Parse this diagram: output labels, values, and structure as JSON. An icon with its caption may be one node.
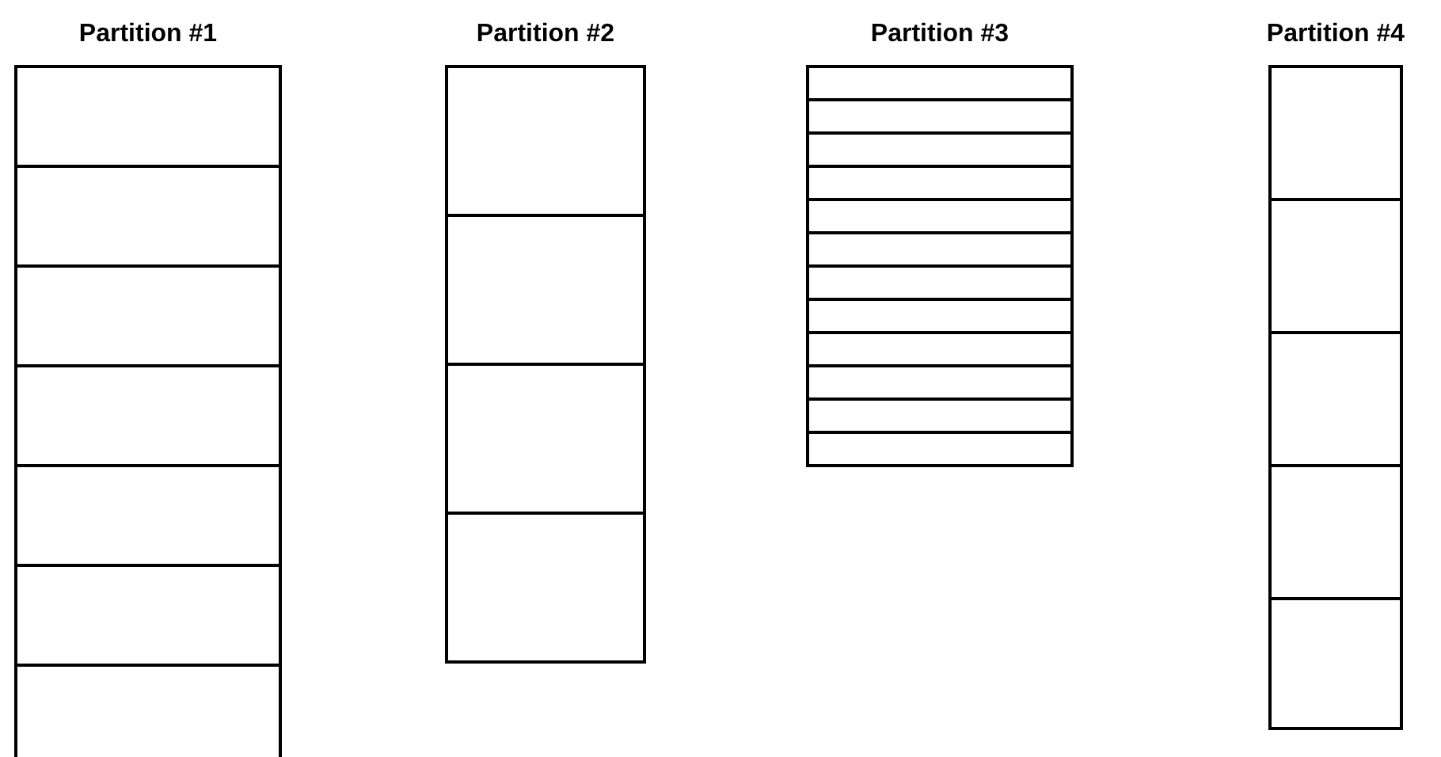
{
  "diagram": {
    "nodes": [
      {
        "text": [
          "Partition #1"
        ]
      },
      {
        "text": [],
        "shape": "box",
        "in": 0
      },
      {
        "text": [],
        "shape": "box",
        "in": 0
      },
      {
        "text": [],
        "shape": "box",
        "in": 0
      },
      {
        "text": [],
        "shape": "box",
        "in": 0
      },
      {
        "text": [],
        "shape": "box",
        "in": 0
      },
      {
        "text": [],
        "shape": "box",
        "in": 0
      },
      {
        "text": [],
        "shape": "box",
        "in": 0
      },
      {
        "text": [
          "Partition #2"
        ]
      },
      {
        "text": [],
        "shape": "box",
        "in": 8
      },
      {
        "text": [],
        "shape": "box",
        "in": 8
      },
      {
        "text": [],
        "shape": "box",
        "in": 8
      },
      {
        "text": [],
        "shape": "box",
        "in": 8
      },
      {
        "text": [
          "Partition #3"
        ]
      },
      {
        "text": [],
        "shape": "box",
        "in": 13
      },
      {
        "text": [],
        "shape": "box",
        "in": 13
      },
      {
        "text": [],
        "shape": "box",
        "in": 13
      },
      {
        "text": [],
        "shape": "box",
        "in": 13
      },
      {
        "text": [],
        "shape": "box",
        "in": 13
      },
      {
        "text": [],
        "shape": "box",
        "in": 13
      },
      {
        "text": [],
        "shape": "box",
        "in": 13
      },
      {
        "text": [],
        "shape": "box",
        "in": 13
      },
      {
        "text": [],
        "shape": "box",
        "in": 13
      },
      {
        "text": [],
        "shape": "box",
        "in": 13
      },
      {
        "text": [],
        "shape": "box",
        "in": 13
      },
      {
        "text": [],
        "shape": "box",
        "in": 13
      },
      {
        "text": [
          "Partition #4"
        ]
      },
      {
        "text": [],
        "shape": "box",
        "in": 26
      },
      {
        "text": [],
        "shape": "box",
        "in": 26
      },
      {
        "text": [],
        "shape": "box",
        "in": 26
      },
      {
        "text": [],
        "shape": "box",
        "in": 26
      },
      {
        "text": [],
        "shape": "box",
        "in": 26
      }
    ]
  }
}
